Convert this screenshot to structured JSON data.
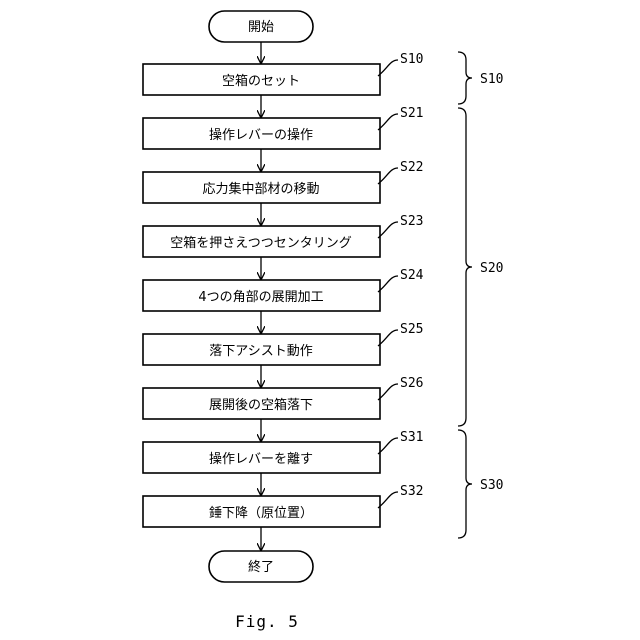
{
  "start": "開始",
  "end": "終了",
  "steps": [
    {
      "label": "空箱のセット",
      "code": "S10"
    },
    {
      "label": "操作レバーの操作",
      "code": "S21"
    },
    {
      "label": "応力集中部材の移動",
      "code": "S22"
    },
    {
      "label": "空箱を押さえつつセンタリング",
      "code": "S23"
    },
    {
      "label": "4つの角部の展開加工",
      "code": "S24"
    },
    {
      "label": "落下アシスト動作",
      "code": "S25"
    },
    {
      "label": "展開後の空箱落下",
      "code": "S26"
    },
    {
      "label": "操作レバーを離す",
      "code": "S31"
    },
    {
      "label": "錘下降（原位置）",
      "code": "S32"
    }
  ],
  "groups": [
    {
      "label": "S10"
    },
    {
      "label": "S20"
    },
    {
      "label": "S30"
    }
  ],
  "figure_caption": "Fig. 5"
}
